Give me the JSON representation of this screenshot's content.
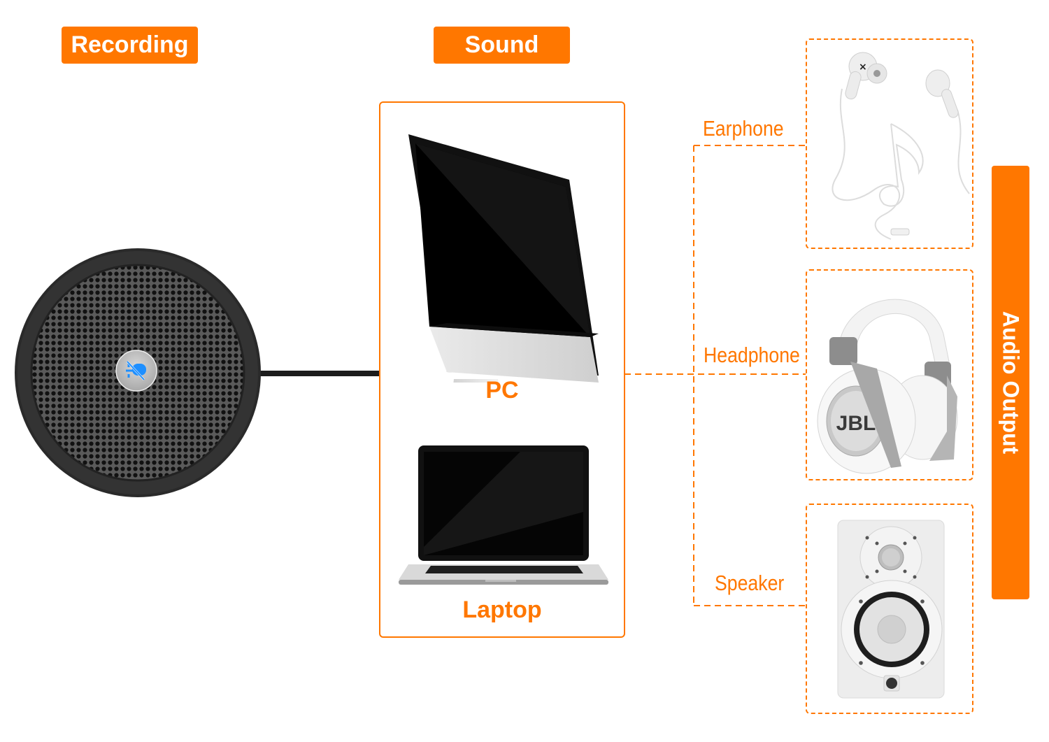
{
  "headers": {
    "recording": "Recording",
    "sound": "Sound",
    "audio_output": "Audio Output"
  },
  "source_device": {
    "name": "Boundary microphone",
    "button_icon": "mic-mute-icon",
    "indicator_color": "#1e8fff"
  },
  "sound_devices": [
    {
      "label": "PC",
      "icon": "desktop-monitor-icon"
    },
    {
      "label": "Laptop",
      "icon": "laptop-icon"
    }
  ],
  "outputs": [
    {
      "label": "Earphone",
      "icon": "earphones-icon"
    },
    {
      "label": "Headphone",
      "icon": "headphones-icon"
    },
    {
      "label": "Speaker",
      "icon": "studio-speaker-icon"
    }
  ],
  "headphone_brand": "JBL",
  "colors": {
    "accent": "#ff7700",
    "text_on_accent": "#ffffff",
    "device_dark": "#222222"
  }
}
